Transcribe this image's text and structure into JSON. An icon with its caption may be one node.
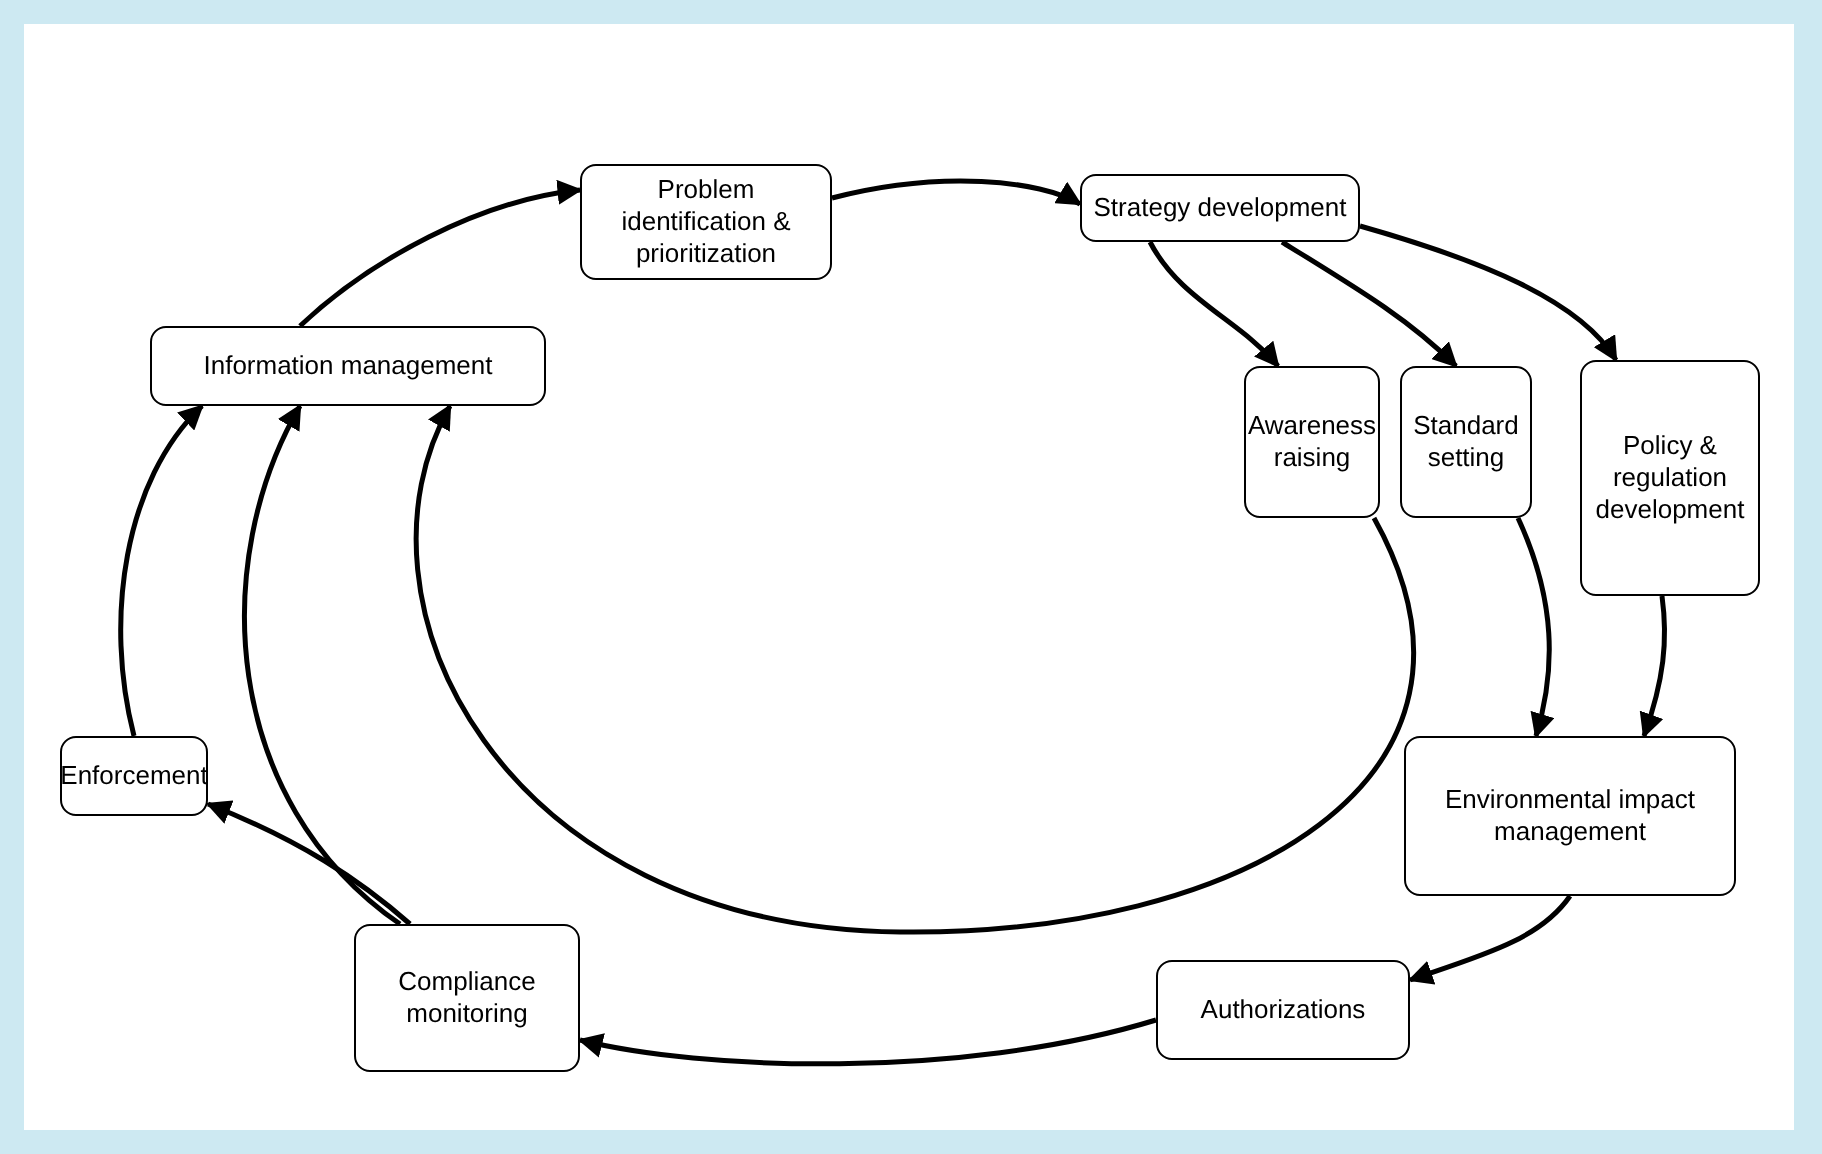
{
  "diagram": {
    "nodes": [
      {
        "text": [
          "Problem identification & prioritization"
        ]
      },
      {
        "text": [
          "Strategy development"
        ]
      },
      {
        "text": [
          "Awareness raising"
        ]
      },
      {
        "text": [
          "Standard setting"
        ]
      },
      {
        "text": [
          "Policy & regulation development"
        ]
      },
      {
        "text": [
          "Environmental impact management"
        ]
      },
      {
        "text": [
          "Authorizations"
        ]
      },
      {
        "text": [
          "Compliance monitoring"
        ]
      },
      {
        "text": [
          "Enforcement"
        ]
      },
      {
        "text": [
          "Information management"
        ]
      }
    ],
    "edges": [
      {
        "from": 0,
        "to": 1,
        "arrow": "to"
      },
      {
        "from": 1,
        "to": 2,
        "arrow": "to"
      },
      {
        "from": 1,
        "to": 3,
        "arrow": "to"
      },
      {
        "from": 1,
        "to": 4,
        "arrow": "to"
      },
      {
        "from": 3,
        "to": 5,
        "arrow": "to"
      },
      {
        "from": 4,
        "to": 5,
        "arrow": "to"
      },
      {
        "from": 5,
        "to": 6,
        "arrow": "to"
      },
      {
        "from": 6,
        "to": 7,
        "arrow": "to"
      },
      {
        "from": 7,
        "to": 8,
        "arrow": "to"
      },
      {
        "from": 8,
        "to": 9,
        "arrow": "to"
      },
      {
        "from": 7,
        "to": 9,
        "arrow": "to"
      },
      {
        "from": 2,
        "to": 9,
        "arrow": "to"
      },
      {
        "from": 9,
        "to": 0,
        "arrow": "to"
      }
    ]
  }
}
